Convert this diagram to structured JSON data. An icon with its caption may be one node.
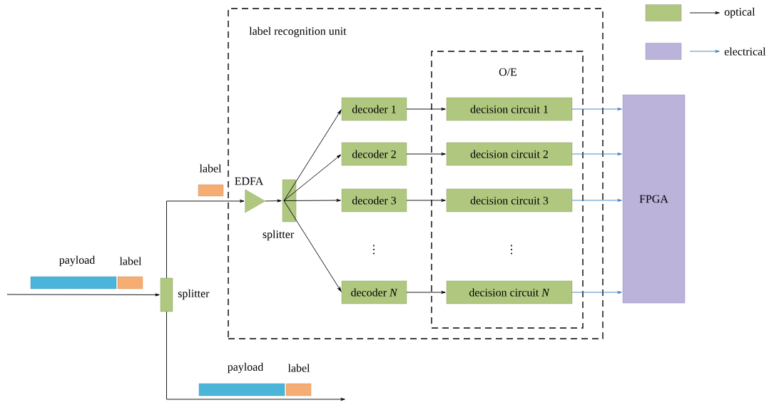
{
  "diagram": {
    "nodes": [
      {
        "text": [
          "label recognition unit"
        ]
      },
      {
        "text": [
          "O/E"
        ],
        "in": 0
      },
      {
        "text": [
          "splitter"
        ]
      },
      {
        "text": [
          "EDFA"
        ],
        "in": 0
      },
      {
        "text": [
          "splitter"
        ],
        "in": 0
      },
      {
        "text": [
          "decoder 1"
        ],
        "in": 0
      },
      {
        "text": [
          "decoder 2"
        ],
        "in": 0
      },
      {
        "text": [
          "decoder 3"
        ],
        "in": 0
      },
      {
        "text": [
          "decoder *N*"
        ],
        "in": 0
      },
      {
        "text": [
          "decision circuit 1"
        ],
        "in": 1
      },
      {
        "text": [
          "decision circuit 2"
        ],
        "in": 1
      },
      {
        "text": [
          "decision circuit 3"
        ],
        "in": 1
      },
      {
        "text": [
          "decision circuit *N*"
        ],
        "in": 1
      },
      {
        "text": [
          "FPGA"
        ]
      },
      {
        "text": [
          "payload"
        ]
      },
      {
        "text": [
          "label"
        ]
      },
      {
        "text": [
          "label"
        ]
      },
      {
        "text": [
          "payload"
        ]
      },
      {
        "text": [
          "label"
        ]
      }
    ],
    "edges": [
      {
        "from": null,
        "to": 2,
        "arrow": "to"
      },
      {
        "from": 2,
        "to": 3,
        "arrow": "to"
      },
      {
        "from": 3,
        "to": 4,
        "arrow": "to"
      },
      {
        "from": 4,
        "to": 5,
        "arrow": "to"
      },
      {
        "from": 4,
        "to": 6,
        "arrow": "to"
      },
      {
        "from": 4,
        "to": 7,
        "arrow": "to"
      },
      {
        "from": 4,
        "to": 8,
        "arrow": "to"
      },
      {
        "from": 5,
        "to": 9,
        "arrow": "to"
      },
      {
        "from": 6,
        "to": 10,
        "arrow": "to"
      },
      {
        "from": 7,
        "to": 11,
        "arrow": "to"
      },
      {
        "from": 8,
        "to": 12,
        "arrow": "to"
      },
      {
        "from": 9,
        "to": 13,
        "arrow": "to",
        "color": "#3a7ebf"
      },
      {
        "from": 10,
        "to": 13,
        "arrow": "to",
        "color": "#3a7ebf"
      },
      {
        "from": 11,
        "to": 13,
        "arrow": "to",
        "color": "#3a7ebf"
      },
      {
        "from": 12,
        "to": 13,
        "arrow": "to",
        "color": "#3a7ebf"
      },
      {
        "from": 2,
        "to": null,
        "arrow": "to"
      }
    ],
    "labels": [
      "⋮",
      "⋮"
    ],
    "legend": [
      {
        "text": "optical",
        "color": "#b0c77f"
      },
      {
        "text": "electrical",
        "color": "#bcb3db"
      }
    ]
  }
}
